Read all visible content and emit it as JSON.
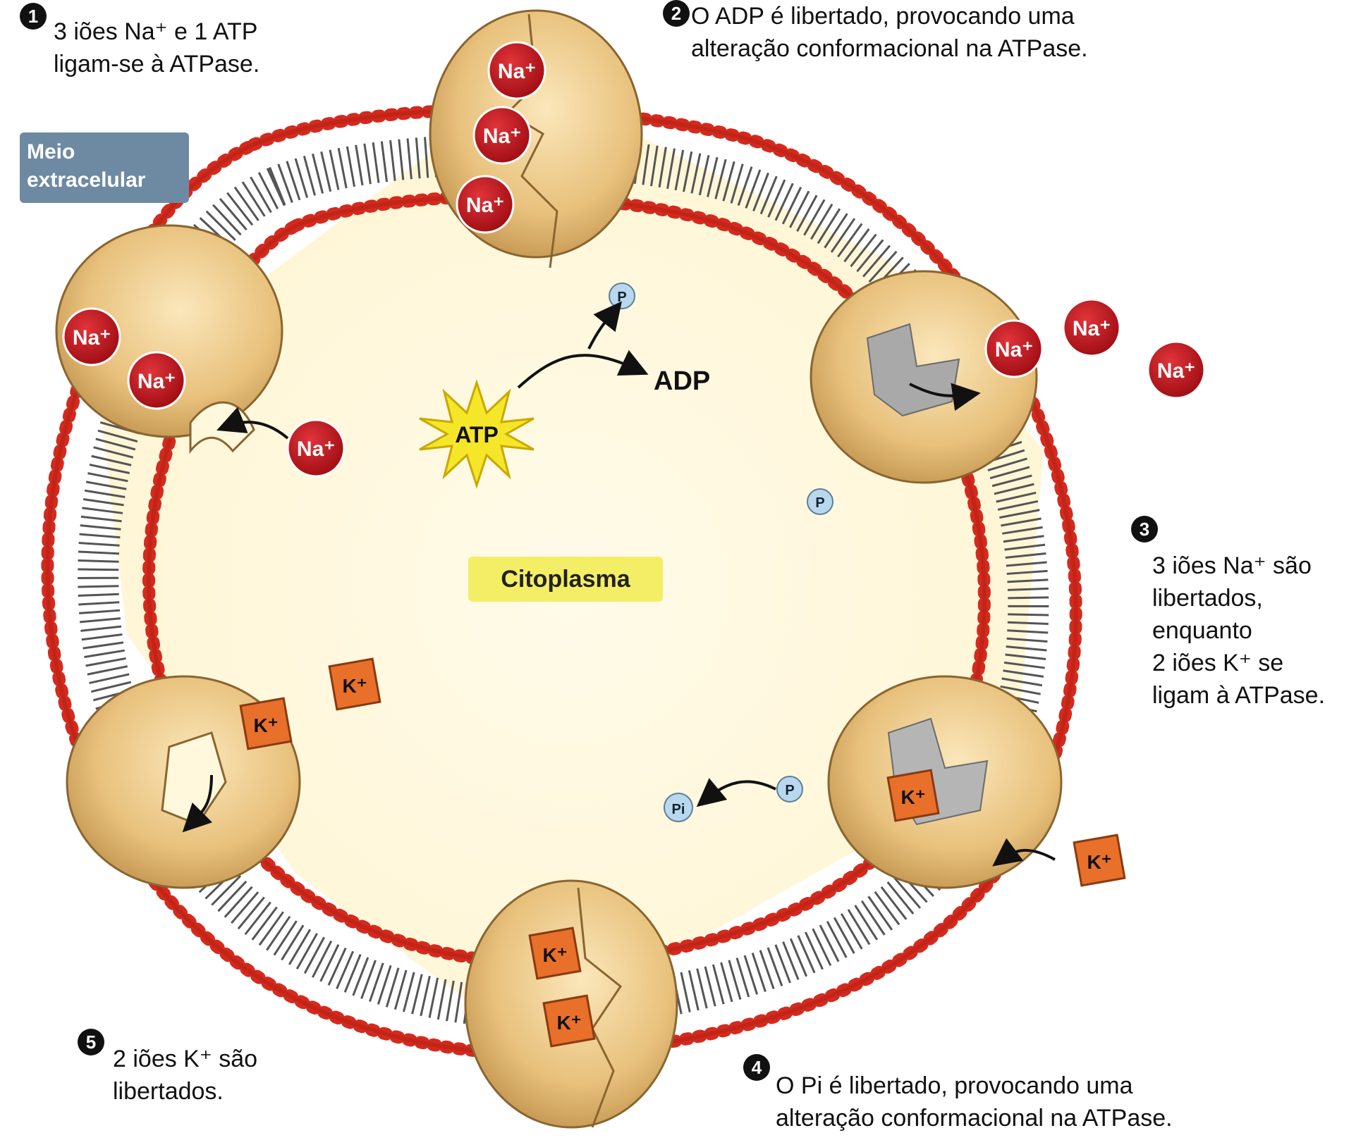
{
  "steps": [
    {
      "number": "1",
      "text": "3 iões Na⁺ e 1 ATP\nligam-se à ATPase."
    },
    {
      "number": "2",
      "text": "O ADP é libertado, provocando uma\nalteração conformacional na ATPase."
    },
    {
      "number": "3",
      "text": "3 iões Na⁺ são\nlibertados,\nenquanto\n2 iões K⁺ se\nligam à ATPase."
    },
    {
      "number": "4",
      "text": "O Pi é libertado, provocando uma\nalteração conformacional na ATPase."
    },
    {
      "number": "5",
      "text": "2 iões K⁺ são\nlibertados."
    }
  ],
  "regions": {
    "extracellular": "Meio\nextracelular",
    "cytoplasm": "Citoplasma"
  },
  "molecules": {
    "atp": "ATP",
    "adp": "ADP",
    "phosphate": "P",
    "phosphate_inorganic": "Pi",
    "sodium": "Na⁺",
    "potassium": "K⁺"
  },
  "colors": {
    "membrane_head": "#d42a1e",
    "membrane_tail": "#4a4a4a",
    "protein": "#e8c17c",
    "cytoplasm": "#fff8dc",
    "sodium": "#c4121a",
    "potassium": "#e8702a",
    "atp_burst": "#f5e62a",
    "phosphate": "#b9d8ee"
  }
}
